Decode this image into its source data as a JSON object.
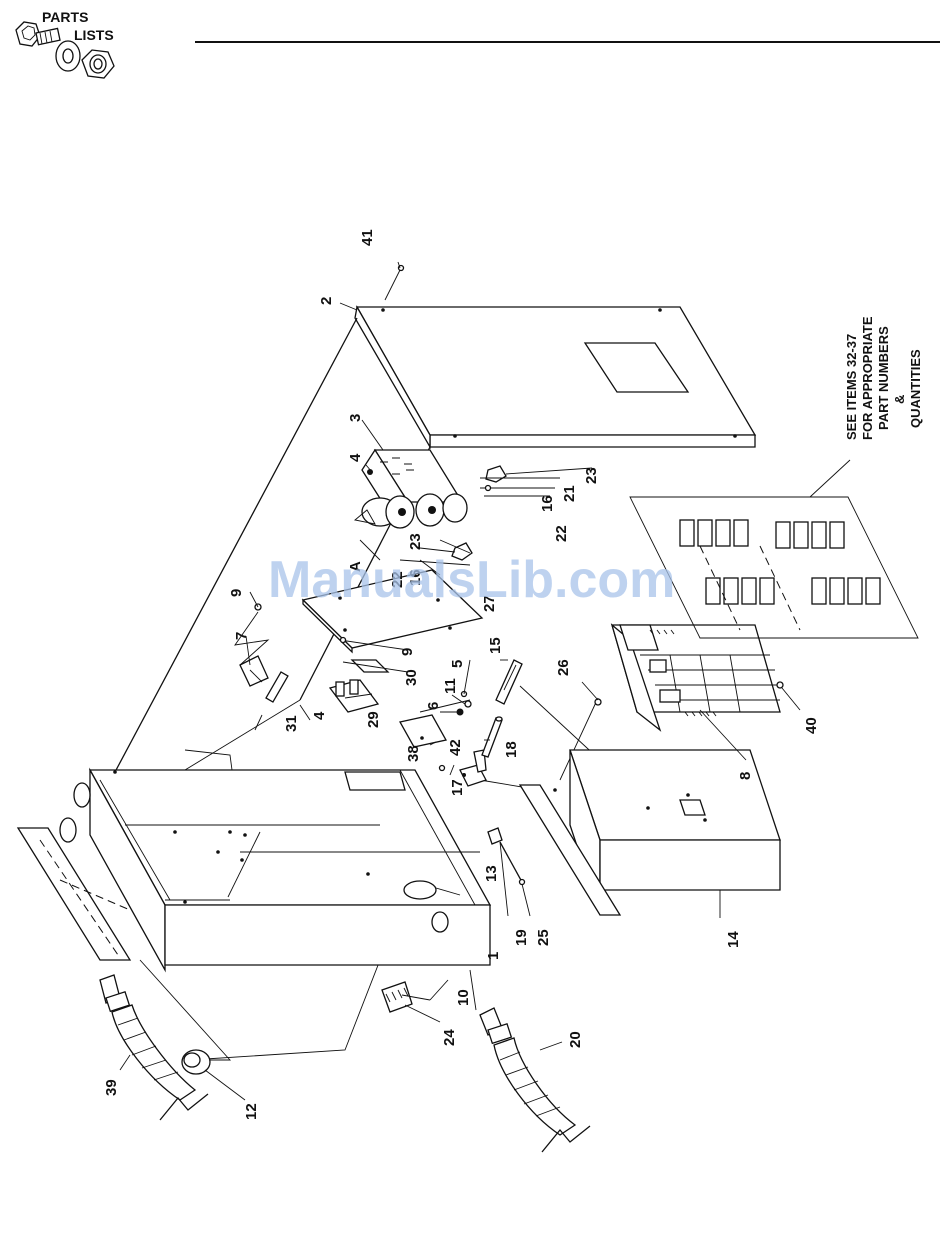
{
  "header": {
    "line1": "PARTS",
    "line2": "LISTS"
  },
  "callouts": [
    "1",
    "2",
    "3",
    "4",
    "4",
    "5",
    "6",
    "7",
    "8",
    "9",
    "9",
    "10",
    "11",
    "12",
    "13",
    "14",
    "15",
    "16",
    "16",
    "17",
    "18",
    "19",
    "20",
    "21",
    "22",
    "22",
    "23",
    "23",
    "24",
    "25",
    "26",
    "27",
    "29",
    "30",
    "31",
    "38",
    "39",
    "40",
    "41",
    "42",
    "A"
  ],
  "note": {
    "line1": "SEE ITEMS 32-37",
    "line2": "FOR APPROPRIATE",
    "line3": "PART NUMBERS",
    "line4": "&",
    "line5": "QUANTITIES"
  },
  "watermark": "ManualsLib.com"
}
